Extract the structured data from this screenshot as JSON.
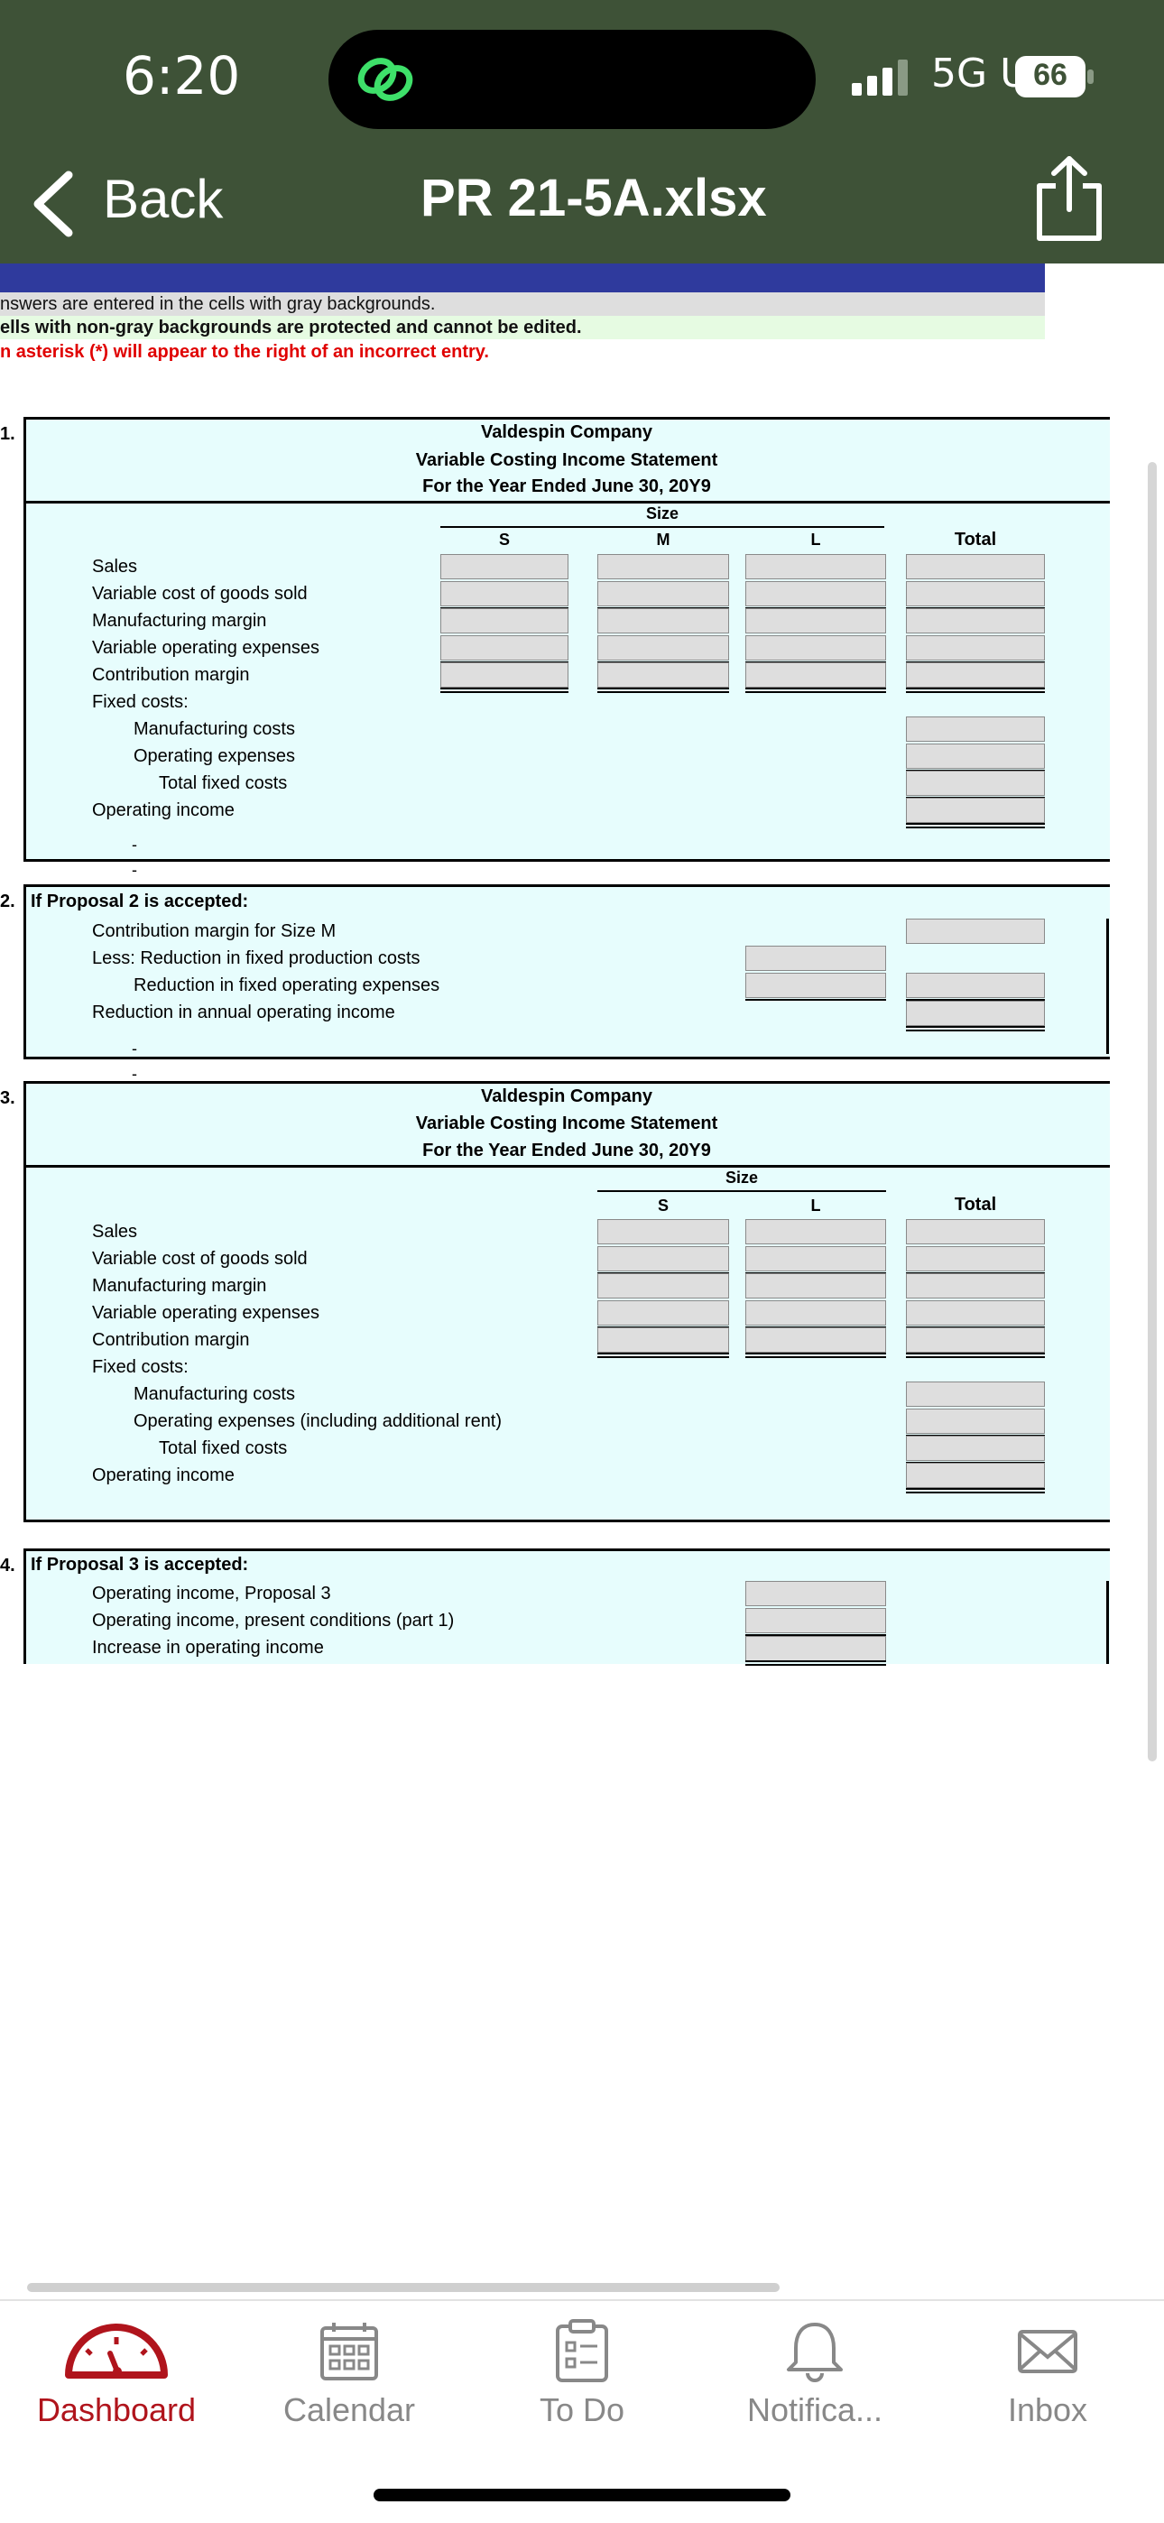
{
  "status": {
    "time": "6:20",
    "network": "5G UC",
    "battery": "66"
  },
  "nav": {
    "back_label": "Back",
    "title": "PR 21-5A.xlsx"
  },
  "info": {
    "line1": "nswers are entered in the cells with gray backgrounds.",
    "line2": "ells with non-gray backgrounds are protected and cannot be edited.",
    "line3": "n asterisk (*) will appear to the right of an incorrect entry."
  },
  "part1": {
    "number": "1.",
    "company": "Valdespin Company",
    "statement": "Variable Costing Income Statement",
    "period": "For the Year Ended June 30, 20Y9",
    "size_label": "Size",
    "columns": [
      "S",
      "M",
      "L"
    ],
    "total_label": "Total",
    "rows": [
      "Sales",
      "Variable cost of goods sold",
      "Manufacturing margin",
      "Variable operating expenses",
      "Contribution margin",
      "Fixed costs:",
      "Manufacturing costs",
      "Operating expenses",
      "Total fixed costs",
      "Operating income"
    ],
    "dash": "-"
  },
  "part2": {
    "number": "2.",
    "heading": "If Proposal 2 is accepted:",
    "rows": [
      "Contribution margin for Size M",
      "Less: Reduction in fixed production costs",
      "Reduction in fixed operating expenses",
      "Reduction in annual operating income"
    ],
    "dash": "-"
  },
  "part3": {
    "number": "3.",
    "company": "Valdespin Company",
    "statement": "Variable Costing Income Statement",
    "period": "For the Year Ended June 30, 20Y9",
    "size_label": "Size",
    "columns": [
      "S",
      "L"
    ],
    "total_label": "Total",
    "rows": [
      "Sales",
      "Variable cost of goods sold",
      "Manufacturing margin",
      "Variable operating expenses",
      "Contribution margin",
      "Fixed costs:",
      "Manufacturing costs",
      "Operating expenses (including additional rent)",
      "Total fixed costs",
      "Operating income"
    ]
  },
  "part4": {
    "number": "4.",
    "heading": "If Proposal 3 is accepted:",
    "rows": [
      "Operating income, Proposal 3",
      "Operating income, present conditions (part 1)",
      "Increase in operating income"
    ]
  },
  "tabs": [
    {
      "label": "Dashboard",
      "icon": "dashboard-icon"
    },
    {
      "label": "Calendar",
      "icon": "calendar-icon"
    },
    {
      "label": "To Do",
      "icon": "todo-icon"
    },
    {
      "label": "Notifica...",
      "icon": "bell-icon"
    },
    {
      "label": "Inbox",
      "icon": "inbox-icon"
    }
  ],
  "colors": {
    "header_green": "#3e5237",
    "panel_cyan": "#e7fdfd",
    "input_gray": "#dedede",
    "accent_red": "#b0141c",
    "band_blue": "#2f3a9d"
  }
}
